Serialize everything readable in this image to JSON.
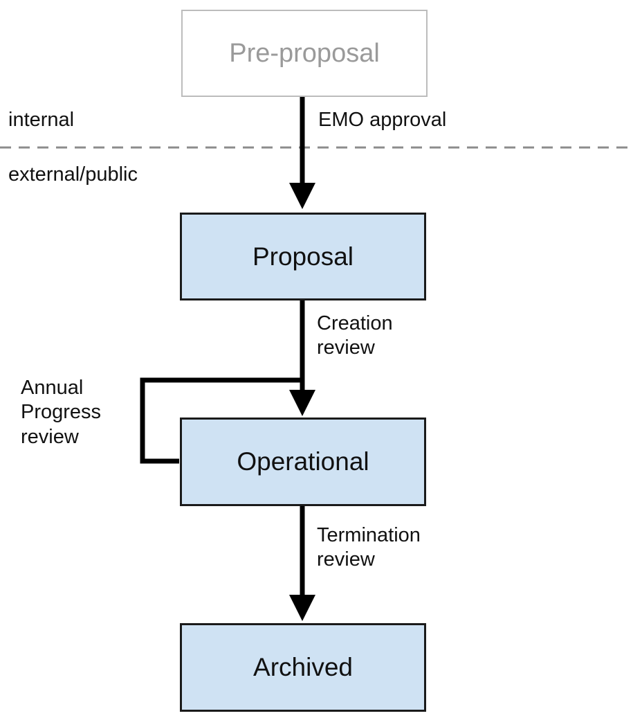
{
  "diagram": {
    "title": "project-lifecycle-flowchart",
    "zones": {
      "internal_label": "internal",
      "external_label": "external/public"
    },
    "nodes": {
      "preproposal": "Pre-proposal",
      "proposal": "Proposal",
      "operational": "Operational",
      "archived": "Archived"
    },
    "edges": {
      "emo_approval": "EMO approval",
      "creation_review": "Creation\nreview",
      "annual_progress_review": "Annual\nProgress\nreview",
      "termination_review": "Termination\nreview"
    },
    "colors": {
      "node_fill": "#cfe2f3",
      "node_border": "#1a1a1a",
      "preproposal_border": "#bcbcbc",
      "preproposal_text": "#9a9a9a",
      "divider": "#8c8c8c",
      "arrow": "#000000",
      "background": "#ffffff"
    }
  }
}
